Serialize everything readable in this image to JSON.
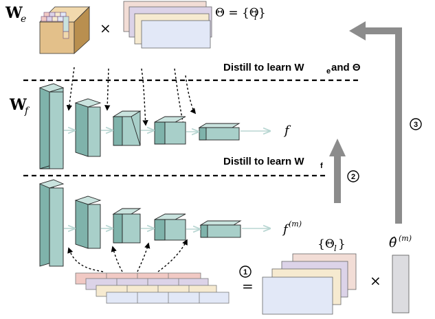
{
  "labels": {
    "we_symbol": "W",
    "we_sub": "e",
    "times_top": "×",
    "theta_eq": "Θ = {Θ",
    "theta_eq_sub": "l",
    "theta_eq_close": "}",
    "distill_1_main": "Distill to learn W",
    "distill_1_sub": "e",
    "distill_1_tail": " and Θ",
    "wf_symbol": "W",
    "wf_sub": "f",
    "f_out": "f",
    "distill_2_main": "Distill to learn W",
    "distill_2_sub": "f",
    "fm_out": "f",
    "fm_sup": "(m)",
    "step_1": "1",
    "step_2": "2",
    "step_3": "3",
    "equals": "=",
    "theta_set_bottom": "{Θ",
    "theta_set_bottom_sub": "l",
    "theta_set_bottom_close": "}",
    "times_bottom": "×",
    "theta_hat": "θ̂",
    "theta_hat_sup": "(m)"
  },
  "colors": {
    "block_face": "#a8cfc9",
    "block_side": "#7fb3ab",
    "block_top": "#c9e3de",
    "connector": "#b8d6d2",
    "big_arrow": "#8c8c8c",
    "cube_front": "#e3c08a",
    "cube_side": "#b98f4f",
    "cube_top": "#f1d9ad",
    "sheet_back": "#f2ddd6",
    "sheet_mid": "#dcd3e8",
    "sheet_front_2": "#f6ead0",
    "sheet_front": "#e2e8f7",
    "slab_pink": "#f1c9c4",
    "slab_lav": "#dcd3e8",
    "slab_cream": "#f6ead0",
    "slab_blue": "#e2e8f7",
    "theta_hat_bar": "#dcdce0"
  }
}
